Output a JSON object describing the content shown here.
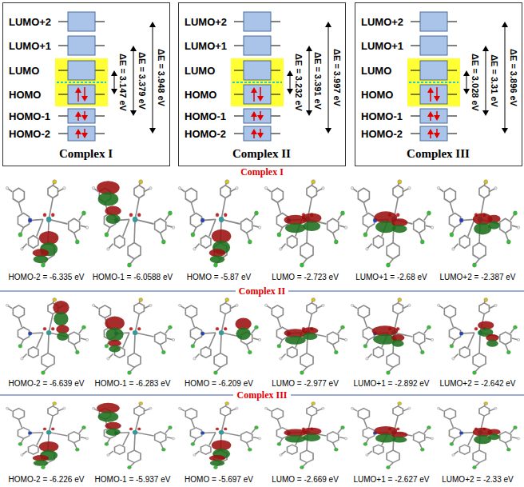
{
  "diagram": {
    "nodes": [
      {
        "text": [
          "Complex I"
        ]
      },
      {
        "text": [
          "Complex II"
        ]
      },
      {
        "text": [
          "Complex III"
        ]
      }
    ],
    "labels": [
      "LUMO+2",
      "LUMO+1",
      "LUMO",
      "HOMO",
      "HOMO-1",
      "HOMO-2",
      "ΔE = 3.147 eV",
      "ΔE = 3.379 eV",
      "ΔE = 3.948 eV",
      "LUMO+2",
      "LUMO+1",
      "LUMO",
      "HOMO",
      "HOMO-1",
      "HOMO-2",
      "ΔE = 3.232 eV",
      "ΔE = 3.391 eV",
      "ΔE = 3.997 eV",
      "LUMO+2",
      "LUMO+1",
      "LUMO",
      "HOMO",
      "HOMO-1",
      "HOMO-2",
      "ΔE = 3.028 eV",
      "ΔE = 3.31 eV",
      "ΔE = 3.896 eV",
      "Complex I",
      "HOMO-2 = -6.335 eV",
      "HOMO-1 = -6.0588 eV",
      "HOMO = -5.87 eV",
      "LUMO = -2.723 eV",
      "LUMO+1 = -2.68 eV",
      "LUMO+2 = -2.387 eV",
      "Complex II",
      "HOMO-2 = -6.639 eV",
      "HOMO-1 = -6.283 eV",
      "HOMO = -6.209 eV",
      "LUMO = -2.977 eV",
      "LUMO+1 = -2.892 eV",
      "LUMO+2 = -2.642 eV",
      "Complex III",
      "HOMO-2 = -6.226 eV",
      "HOMO-1 = -5.937 eV",
      "HOMO = -5.697 eV",
      "LUMO = -2.669 eV",
      "LUMO+1 = -2.627 eV",
      "LUMO+2 = -2.33 eV"
    ]
  }
}
